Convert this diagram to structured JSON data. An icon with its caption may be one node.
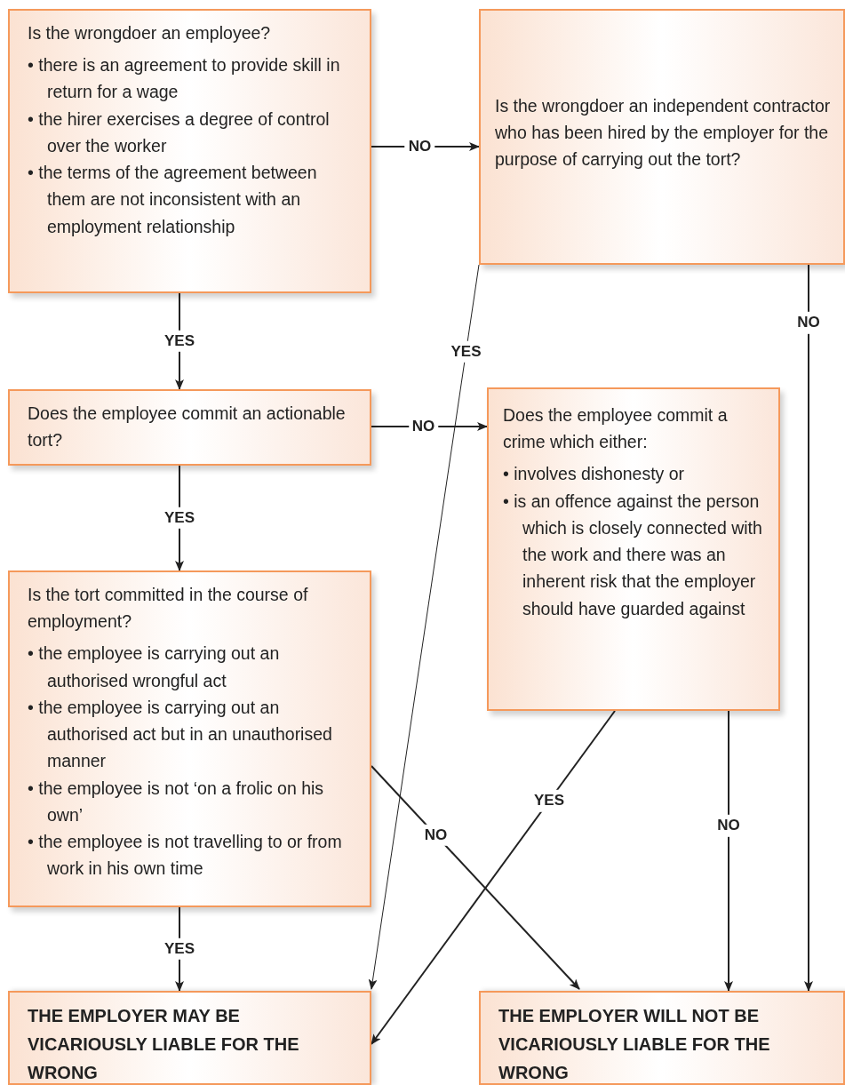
{
  "diagram": {
    "nodes": [
      {
        "text": [
          "Is the wrongdoer an employee?",
          "• there is an agreement to provide skill in return for a wage",
          "• the hirer exercises a degree of control over the worker",
          "• the terms of the agreement between them are not inconsistent with an employment relationship"
        ]
      },
      {
        "text": [
          "Is the wrongdoer an independent contractor who has been hired by the employer for the purpose of carrying out the tort?"
        ]
      },
      {
        "text": [
          "Does the employee commit an actionable tort?"
        ]
      },
      {
        "text": [
          "Does the employee commit a crime which either:",
          "• involves dishonesty or",
          "• is an offence against the person which is closely connected with the work and there was an inherent risk that the employer should have guarded against"
        ]
      },
      {
        "text": [
          "Is the tort committed in the course of employment?",
          "• the employee is carrying out an authorised wrongful act",
          "• the employee is carrying out an authorised act but in an unauthorised manner",
          "• the employee is not ‘on a frolic on his own’",
          "• the employee is not travelling to or from work in his own time"
        ]
      },
      {
        "text": [
          "THE EMPLOYER MAY BE VICARIOUSLY LIABLE FOR THE WRONG"
        ]
      },
      {
        "text": [
          "THE EMPLOYER WILL NOT BE VICARIOUSLY LIABLE FOR THE WRONG"
        ]
      }
    ],
    "edges": [
      {
        "from": 0,
        "to": 1,
        "arrow": "to",
        "label": "NO"
      },
      {
        "from": 0,
        "to": 2,
        "arrow": "to",
        "label": "YES"
      },
      {
        "from": 1,
        "to": 5,
        "arrow": "to",
        "label": "YES"
      },
      {
        "from": 1,
        "to": 6,
        "arrow": "to",
        "label": "NO"
      },
      {
        "from": 2,
        "to": 3,
        "arrow": "to",
        "label": "NO"
      },
      {
        "from": 2,
        "to": 4,
        "arrow": "to",
        "label": "YES"
      },
      {
        "from": 3,
        "to": 5,
        "arrow": "to",
        "label": "YES"
      },
      {
        "from": 3,
        "to": 6,
        "arrow": "to",
        "label": "NO"
      },
      {
        "from": 4,
        "to": 6,
        "arrow": "to",
        "label": "NO"
      },
      {
        "from": 4,
        "to": 5,
        "arrow": "to",
        "label": "YES"
      }
    ]
  }
}
